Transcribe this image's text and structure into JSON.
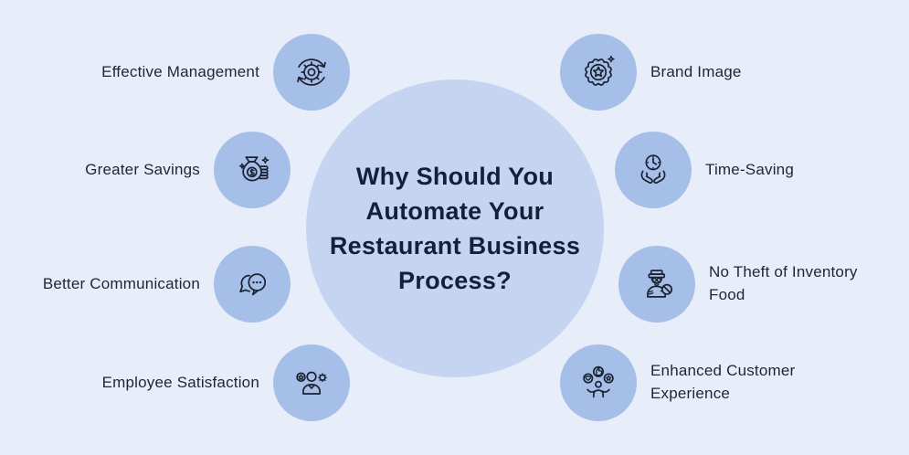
{
  "colors": {
    "background": "#E8EEF9",
    "satellite_circle": "#A6BFE8",
    "center_circle": "#C5D5F1",
    "icon_stroke": "#1B2333",
    "title_text": "#141F39",
    "label_text": "#1D2537"
  },
  "center": {
    "title": "Why Should You Automate Your Restaurant Business Process?",
    "title_lines": [
      "Why Should You",
      "Automate Your",
      "Restaurant Business",
      "Process?"
    ]
  },
  "left_items": [
    {
      "label": "Effective Management",
      "icon": "gear-cycle-icon"
    },
    {
      "label": "Greater Savings",
      "icon": "money-bag-coins-icon"
    },
    {
      "label": "Better Communication",
      "icon": "chat-bubbles-icon"
    },
    {
      "label": "Employee Satisfaction",
      "icon": "employee-star-gear-icon"
    }
  ],
  "right_items": [
    {
      "label": "Brand Image",
      "icon": "star-badge-icon"
    },
    {
      "label": "Time-Saving",
      "icon": "hands-holding-clock-icon"
    },
    {
      "label": "No Theft of Inventory Food",
      "icon": "thief-prohibited-icon"
    },
    {
      "label": "Enhanced Customer Experience",
      "icon": "customer-ratings-icon"
    }
  ]
}
